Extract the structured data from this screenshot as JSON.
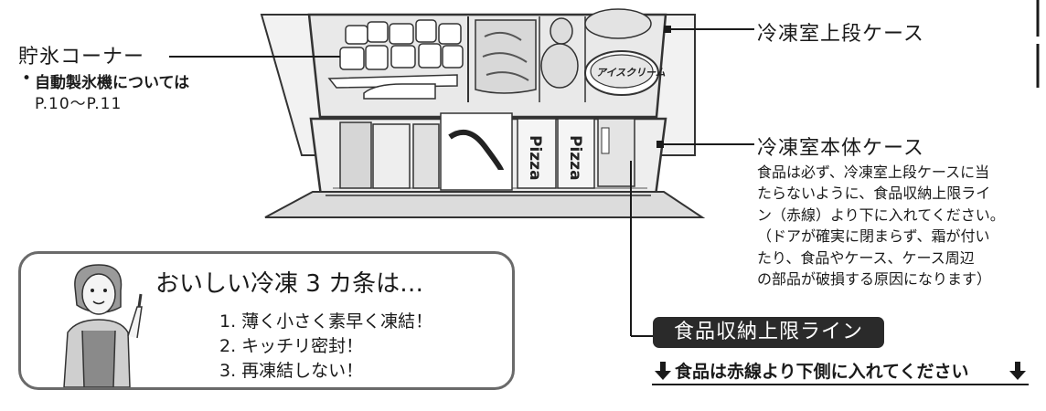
{
  "ice_corner": {
    "title": "貯氷コーナー",
    "bullet": "•",
    "note_line1": "自動製氷機については",
    "note_line2": "P.10～P.11"
  },
  "upper_case": {
    "title": "冷凍室上段ケース"
  },
  "main_case": {
    "title": "冷凍室本体ケース",
    "desc": [
      "食品は必ず、冷凍室上段ケースに当",
      "たらないように、食品収納上限ライ",
      "ン（赤線）より下に入れてください。",
      "（ドアが確実に閉まらず、霜が付い",
      "たり、食品やケース、ケース周辺",
      "の部品が破損する原因になります）"
    ]
  },
  "tips": {
    "title": "おいしい冷凍 3 カ条は…",
    "items": [
      "1. 薄く小さく素早く凍結！",
      "2. キッチリ密封！",
      "3. 再凍結しない！"
    ]
  },
  "limit_line": {
    "label": "食品収納上限ライン",
    "instruction": "食品は赤線より下側に入れてください"
  },
  "package_labels": {
    "ice_cream": "アイスクリーム",
    "pizza": "Pizza"
  },
  "colors": {
    "line": "#1a1a1a",
    "illustration_fill": "#ececec",
    "badge": "#2a2a2a"
  },
  "icons": [
    "down-arrow-icon",
    "woman-pointing-illustration"
  ]
}
